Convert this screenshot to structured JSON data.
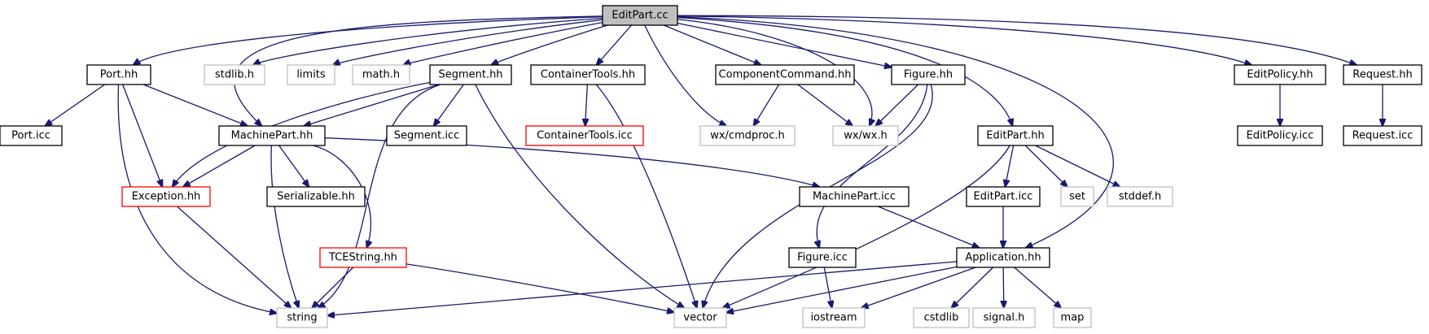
{
  "colors": {
    "edge": "#191970",
    "border_normal": "#000000",
    "border_external": "#bfbfbf",
    "border_truncated": "#ff0000",
    "root_fill": "#bfbfbf",
    "fill": "#ffffff",
    "text": "#000000"
  },
  "nodes": [
    {
      "id": "editpart_cc",
      "label": "EditPart.cc",
      "kind": "root"
    },
    {
      "id": "port_hh",
      "label": "Port.hh",
      "kind": "normal"
    },
    {
      "id": "stdlib_h",
      "label": "stdlib.h",
      "kind": "external"
    },
    {
      "id": "limits",
      "label": "limits",
      "kind": "external"
    },
    {
      "id": "math_h",
      "label": "math.h",
      "kind": "external"
    },
    {
      "id": "segment_hh",
      "label": "Segment.hh",
      "kind": "normal"
    },
    {
      "id": "containertools_hh",
      "label": "ContainerTools.hh",
      "kind": "normal"
    },
    {
      "id": "componentcommand_hh",
      "label": "ComponentCommand.hh",
      "kind": "normal"
    },
    {
      "id": "figure_hh",
      "label": "Figure.hh",
      "kind": "normal"
    },
    {
      "id": "editpolicy_hh",
      "label": "EditPolicy.hh",
      "kind": "normal"
    },
    {
      "id": "request_hh",
      "label": "Request.hh",
      "kind": "normal"
    },
    {
      "id": "port_icc",
      "label": "Port.icc",
      "kind": "normal"
    },
    {
      "id": "machinepart_hh",
      "label": "MachinePart.hh",
      "kind": "normal"
    },
    {
      "id": "segment_icc",
      "label": "Segment.icc",
      "kind": "normal"
    },
    {
      "id": "containertools_icc",
      "label": "ContainerTools.icc",
      "kind": "truncated"
    },
    {
      "id": "wx_cmdproc_h",
      "label": "wx/cmdproc.h",
      "kind": "external"
    },
    {
      "id": "wx_wx_h",
      "label": "wx/wx.h",
      "kind": "external"
    },
    {
      "id": "editpart_hh",
      "label": "EditPart.hh",
      "kind": "normal"
    },
    {
      "id": "editpolicy_icc",
      "label": "EditPolicy.icc",
      "kind": "normal"
    },
    {
      "id": "request_icc",
      "label": "Request.icc",
      "kind": "normal"
    },
    {
      "id": "exception_hh",
      "label": "Exception.hh",
      "kind": "truncated"
    },
    {
      "id": "serializable_hh",
      "label": "Serializable.hh",
      "kind": "normal"
    },
    {
      "id": "machinepart_icc",
      "label": "MachinePart.icc",
      "kind": "normal"
    },
    {
      "id": "editpart_icc",
      "label": "EditPart.icc",
      "kind": "normal"
    },
    {
      "id": "set",
      "label": "set",
      "kind": "external"
    },
    {
      "id": "stddef_h",
      "label": "stddef.h",
      "kind": "external"
    },
    {
      "id": "tcestring_hh",
      "label": "TCEString.hh",
      "kind": "truncated"
    },
    {
      "id": "figure_icc",
      "label": "Figure.icc",
      "kind": "normal"
    },
    {
      "id": "application_hh",
      "label": "Application.hh",
      "kind": "normal"
    },
    {
      "id": "string",
      "label": "string",
      "kind": "external"
    },
    {
      "id": "vector",
      "label": "vector",
      "kind": "external"
    },
    {
      "id": "iostream",
      "label": "iostream",
      "kind": "external"
    },
    {
      "id": "cstdlib",
      "label": "cstdlib",
      "kind": "external"
    },
    {
      "id": "signal_h",
      "label": "signal.h",
      "kind": "external"
    },
    {
      "id": "map",
      "label": "map",
      "kind": "external"
    }
  ],
  "edges": [
    {
      "from": "editpart_cc",
      "to": "port_hh"
    },
    {
      "from": "editpart_cc",
      "to": "stdlib_h"
    },
    {
      "from": "editpart_cc",
      "to": "limits"
    },
    {
      "from": "editpart_cc",
      "to": "math_h"
    },
    {
      "from": "editpart_cc",
      "to": "segment_hh"
    },
    {
      "from": "editpart_cc",
      "to": "containertools_hh"
    },
    {
      "from": "editpart_cc",
      "to": "componentcommand_hh"
    },
    {
      "from": "editpart_cc",
      "to": "figure_hh"
    },
    {
      "from": "editpart_cc",
      "to": "editpolicy_hh"
    },
    {
      "from": "editpart_cc",
      "to": "request_hh"
    },
    {
      "from": "editpart_cc",
      "to": "machinepart_hh"
    },
    {
      "from": "editpart_cc",
      "to": "wx_cmdproc_h"
    },
    {
      "from": "editpart_cc",
      "to": "wx_wx_h"
    },
    {
      "from": "editpart_cc",
      "to": "editpart_hh"
    },
    {
      "from": "editpart_cc",
      "to": "application_hh"
    },
    {
      "from": "port_hh",
      "to": "port_icc"
    },
    {
      "from": "port_hh",
      "to": "machinepart_hh"
    },
    {
      "from": "port_hh",
      "to": "exception_hh"
    },
    {
      "from": "port_hh",
      "to": "string"
    },
    {
      "from": "segment_hh",
      "to": "machinepart_hh"
    },
    {
      "from": "segment_hh",
      "to": "segment_icc"
    },
    {
      "from": "segment_hh",
      "to": "exception_hh"
    },
    {
      "from": "segment_hh",
      "to": "string"
    },
    {
      "from": "segment_hh",
      "to": "vector"
    },
    {
      "from": "containertools_hh",
      "to": "containertools_icc"
    },
    {
      "from": "containertools_hh",
      "to": "vector"
    },
    {
      "from": "componentcommand_hh",
      "to": "wx_cmdproc_h"
    },
    {
      "from": "componentcommand_hh",
      "to": "wx_wx_h"
    },
    {
      "from": "figure_hh",
      "to": "wx_wx_h"
    },
    {
      "from": "figure_hh",
      "to": "figure_icc"
    },
    {
      "from": "figure_hh",
      "to": "vector"
    },
    {
      "from": "editpolicy_hh",
      "to": "editpolicy_icc"
    },
    {
      "from": "request_hh",
      "to": "request_icc"
    },
    {
      "from": "machinepart_hh",
      "to": "exception_hh"
    },
    {
      "from": "machinepart_hh",
      "to": "serializable_hh"
    },
    {
      "from": "machinepart_hh",
      "to": "tcestring_hh"
    },
    {
      "from": "machinepart_hh",
      "to": "string"
    },
    {
      "from": "machinepart_hh",
      "to": "machinepart_icc"
    },
    {
      "from": "exception_hh",
      "to": "string"
    },
    {
      "from": "tcestring_hh",
      "to": "string"
    },
    {
      "from": "tcestring_hh",
      "to": "vector"
    },
    {
      "from": "editpart_hh",
      "to": "editpart_icc"
    },
    {
      "from": "editpart_hh",
      "to": "set"
    },
    {
      "from": "editpart_hh",
      "to": "stddef_h"
    },
    {
      "from": "editpart_hh",
      "to": "vector"
    },
    {
      "from": "editpart_icc",
      "to": "application_hh"
    },
    {
      "from": "machinepart_icc",
      "to": "application_hh"
    },
    {
      "from": "figure_icc",
      "to": "iostream"
    },
    {
      "from": "application_hh",
      "to": "string"
    },
    {
      "from": "application_hh",
      "to": "vector"
    },
    {
      "from": "application_hh",
      "to": "iostream"
    },
    {
      "from": "application_hh",
      "to": "cstdlib"
    },
    {
      "from": "application_hh",
      "to": "signal_h"
    },
    {
      "from": "application_hh",
      "to": "map"
    }
  ]
}
